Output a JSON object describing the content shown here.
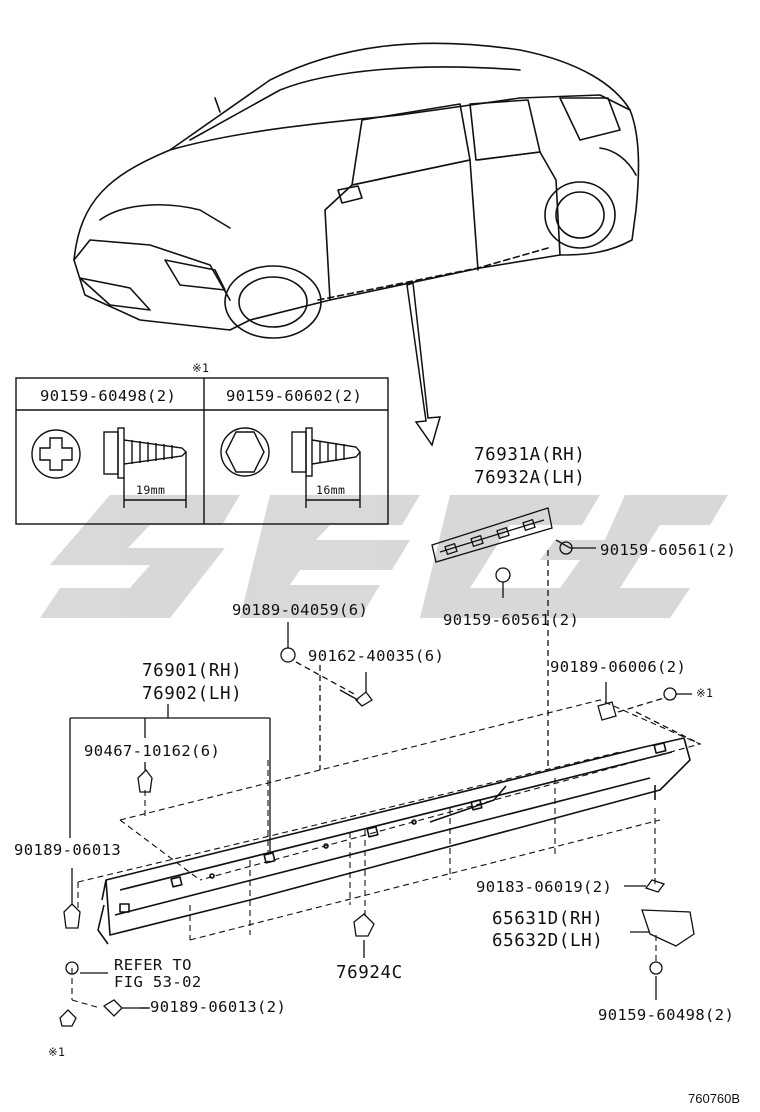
{
  "diagram": {
    "code": "760760B",
    "inset": {
      "marker": "※1",
      "left": {
        "part": "90159-60498(2)",
        "dim": "19mm"
      },
      "right": {
        "part": "90159-60602(2)",
        "dim": "16mm"
      }
    },
    "labels": {
      "deflector_rh": "76931A(RH)",
      "deflector_lh": "76932A(LH)",
      "screw_561_a": "90159-60561(2)",
      "screw_561_b": "90159-60561(2)",
      "nut_04059": "90189-04059(6)",
      "bolt_40035": "90162-40035(6)",
      "nut_06006": "90189-06006(2)",
      "ref_mark_top": "※1",
      "sill_rh": "76901(RH)",
      "sill_lh": "76902(LH)",
      "clip_10162": "90467-10162(6)",
      "clip_06013": "90189-06013",
      "clip_06019": "90183-06019(2)",
      "bracket_rh": "65631D(RH)",
      "bracket_lh": "65632D(LH)",
      "clip_76924": "76924C",
      "refer_line1": "REFER TO",
      "refer_line2": "FIG 53-02",
      "clip_06013_2": "90189-06013(2)",
      "screw_60498": "90159-60498(2)",
      "ref_mark_bottom": "※1"
    }
  }
}
